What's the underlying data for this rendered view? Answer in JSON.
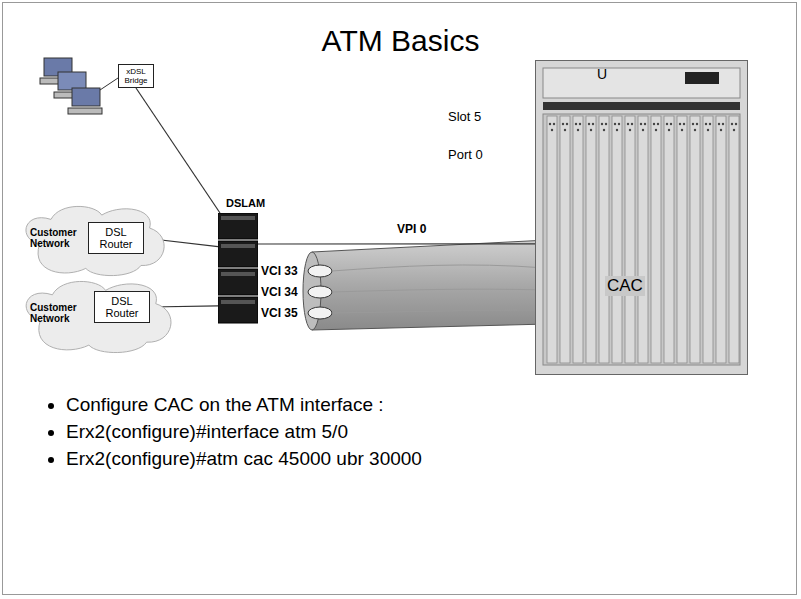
{
  "diagram": {
    "title": "ATM Basics",
    "nodes": [
      {
        "text": [
          "xDSL Bridge"
        ]
      },
      {
        "text": [
          "Customer Network"
        ]
      },
      {
        "text": [
          "DSL Router"
        ],
        "in": 1
      },
      {
        "text": [
          "Customer Network"
        ]
      },
      {
        "text": [
          "DSL Router"
        ],
        "in": 3
      },
      {
        "text": [
          "DSLAM"
        ]
      },
      {
        "text": [
          "U",
          "CAC"
        ]
      }
    ],
    "edges": [
      {
        "from": 0,
        "to": 5,
        "arrow": "none"
      },
      {
        "from": 2,
        "to": 5,
        "arrow": "none"
      },
      {
        "from": 4,
        "to": 5,
        "arrow": "none"
      },
      {
        "from": 5,
        "to": 6,
        "arrow": "none"
      }
    ],
    "labels": [
      "Slot 5",
      "Port 0",
      "VPI 0",
      "VCI 33",
      "VCI 34",
      "VCI 35",
      "Configure CAC on the ATM interface :",
      "Erx2(configure)#interface atm 5/0",
      "Erx2(configure)#atm cac 45000 ubr 30000"
    ]
  }
}
